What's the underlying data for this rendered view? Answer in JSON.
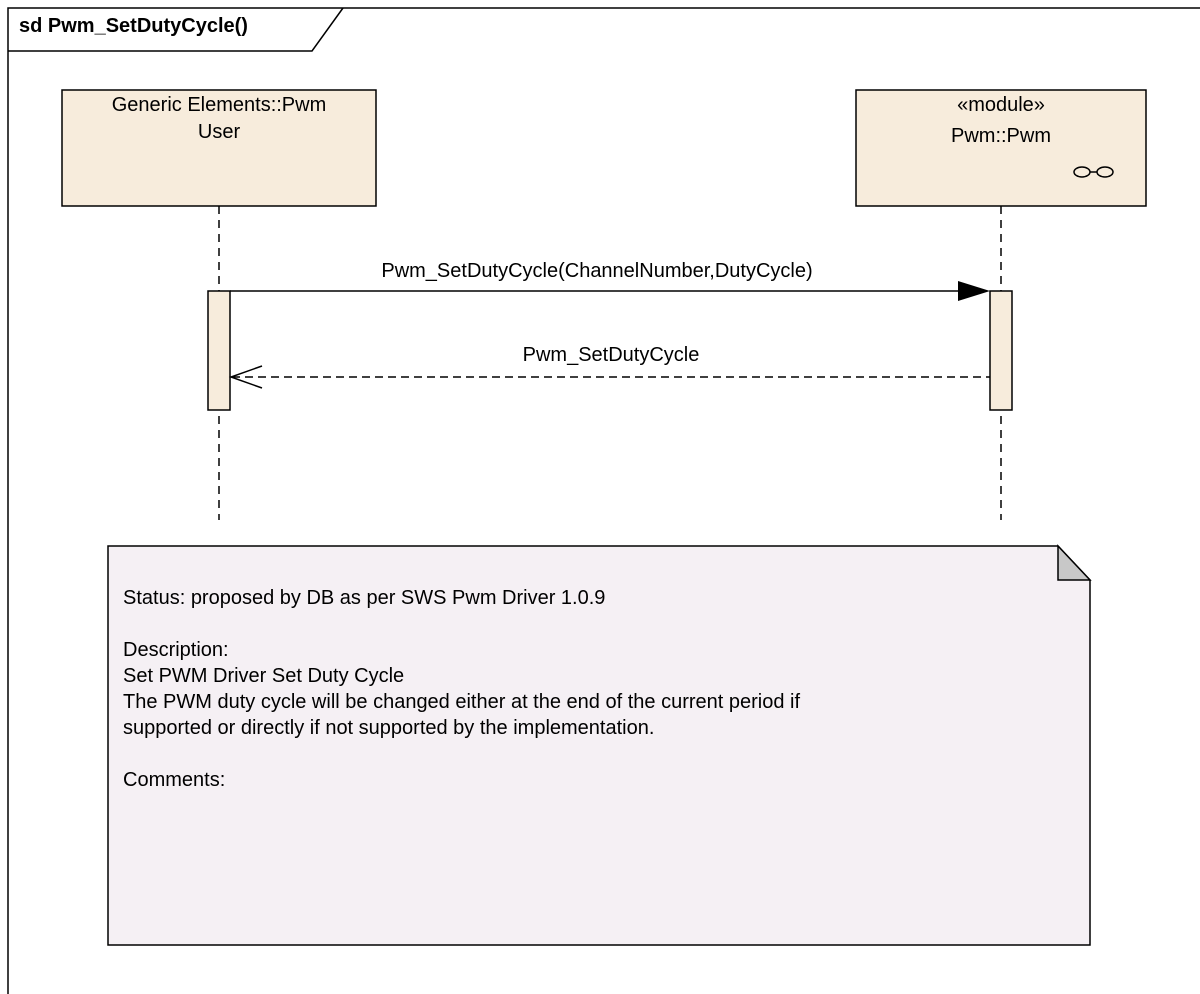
{
  "diagram": {
    "frame_title": "sd Pwm_SetDutyCycle()",
    "lifelines": {
      "user": {
        "label_line1": "Generic Elements::Pwm",
        "label_line2": "User"
      },
      "module": {
        "stereotype": "«module»",
        "label": "Pwm::Pwm",
        "icon": "component-icon"
      }
    },
    "messages": {
      "call": "Pwm_SetDutyCycle(ChannelNumber,DutyCycle)",
      "return": "Pwm_SetDutyCycle"
    },
    "note": {
      "status": "Status: proposed by DB as per SWS Pwm Driver 1.0.9",
      "description_heading": "Description:",
      "description_title": "Set PWM Driver Set Duty Cycle",
      "description_line1": "The PWM duty cycle will be changed either at the end of the current period if",
      "description_line2": "supported or directly if not supported by the implementation.",
      "comments_heading": "Comments:"
    },
    "colors": {
      "lifeline_fill": "#f7ecdc",
      "note_fill": "#f5f0f4",
      "note_fold": "#c8c8c8",
      "line": "#000000"
    }
  }
}
